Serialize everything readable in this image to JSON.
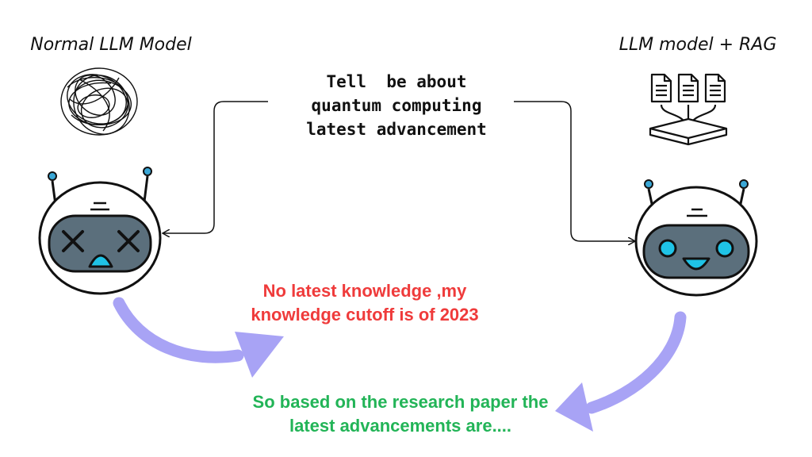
{
  "left_model": {
    "title": "Normal LLM Model",
    "icon": "tangled-scribble-icon",
    "robot_state": "dizzy"
  },
  "right_model": {
    "title": "LLM model + RAG",
    "icon": "documents-into-database-icon",
    "robot_state": "happy"
  },
  "prompt": {
    "lines": [
      "Tell  be about",
      "quantum computing",
      "latest advancement"
    ]
  },
  "normal_reply": {
    "lines": [
      "No latest knowledge ,my",
      "knowledge cutoff is of 2023"
    ],
    "color": "#ef3b3b"
  },
  "rag_reply": {
    "lines": [
      "So based on the research paper the",
      "latest advancements are...."
    ],
    "color": "#22b457"
  },
  "colors": {
    "arrow": "#a8a3f5",
    "visor": "#5b6f7c",
    "eye_happy": "#1fc3e6",
    "antenna_tip": "#3aa7d6",
    "line": "#111111"
  }
}
